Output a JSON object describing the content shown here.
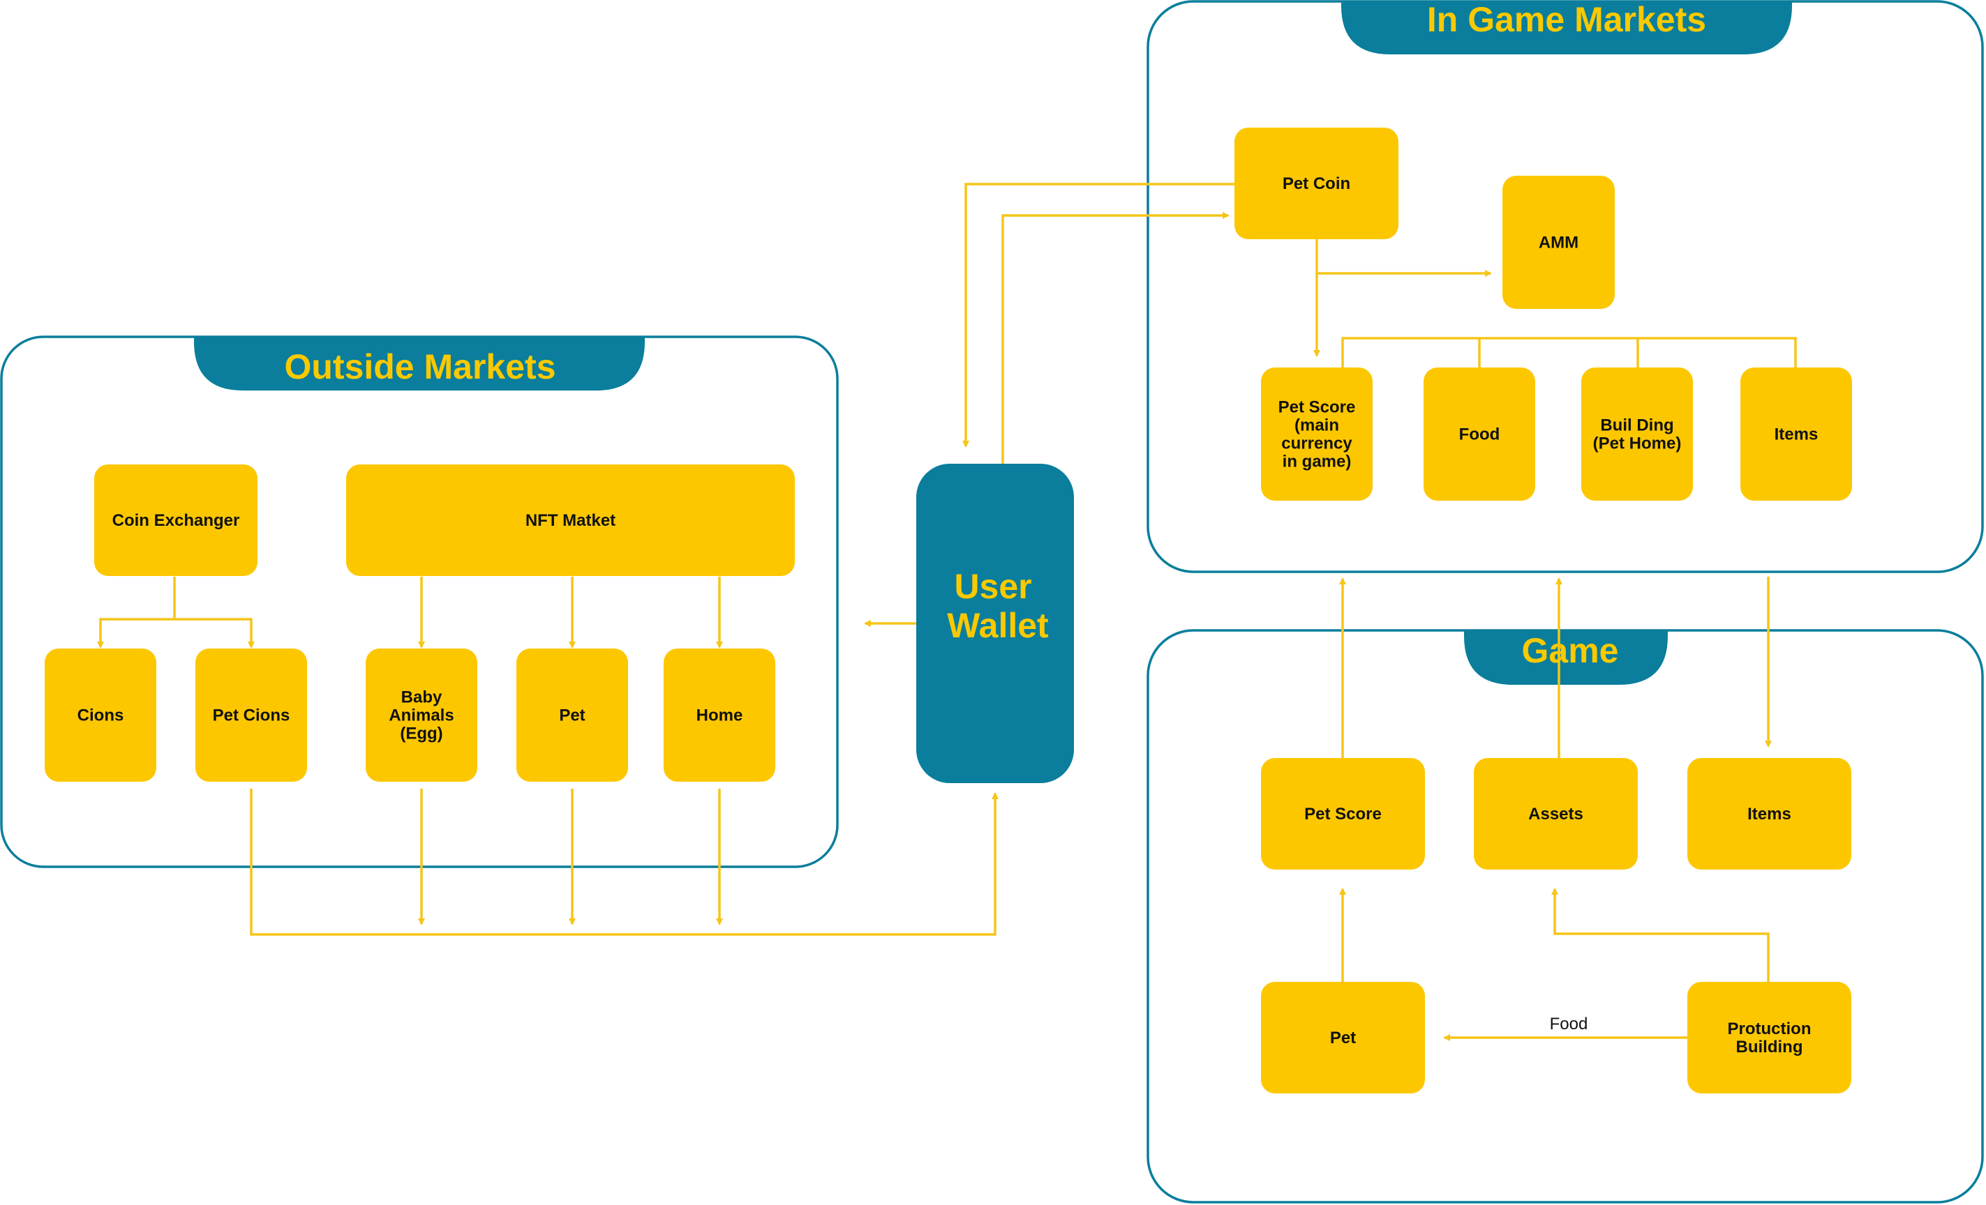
{
  "colors": {
    "teal": "#0a7e9c",
    "yellow": "#fdc700",
    "title_yellow": "#f9c901",
    "arrow": "#f5c518"
  },
  "panels": {
    "outside": {
      "title": "Outside Markets"
    },
    "ingame": {
      "title": "In Game Markets"
    },
    "game": {
      "title": "Game"
    }
  },
  "wallet": {
    "lines": [
      "User",
      "Wallet"
    ]
  },
  "nodes": {
    "coin_exchanger": [
      "Coin Exchanger"
    ],
    "nft_market": [
      "NFT Matket"
    ],
    "cions": [
      "Cions"
    ],
    "pet_cions": [
      "Pet Cions"
    ],
    "baby_animals": [
      "Baby",
      "Animals",
      "(Egg)"
    ],
    "pet_outside": [
      "Pet"
    ],
    "home": [
      "Home"
    ],
    "pet_coin": [
      "Pet Coin"
    ],
    "amm": [
      "AMM"
    ],
    "pet_score_main": [
      "Pet Score",
      "(main",
      "currency",
      "in game)"
    ],
    "food": [
      "Food"
    ],
    "building": [
      "Buil Ding",
      "(Pet Home)"
    ],
    "items_market": [
      "Items"
    ],
    "pet_score_game": [
      "Pet Score"
    ],
    "assets": [
      "Assets"
    ],
    "items_game": [
      "Items"
    ],
    "pet_game": [
      "Pet"
    ],
    "production_building": [
      "Protuction",
      "Building"
    ]
  },
  "edge_labels": {
    "production_to_pet": "Food"
  }
}
